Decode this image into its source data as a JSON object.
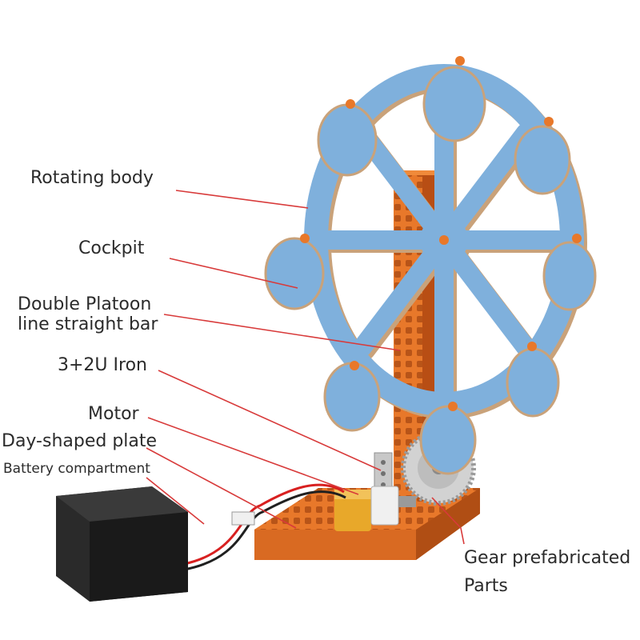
{
  "labels": {
    "rotating_body": "Rotating body",
    "cockpit": "Cockpit",
    "double_platoon_line1": "Double Platoon",
    "double_platoon_line2": "line straight bar",
    "iron": "3+2U Iron",
    "motor": "Motor",
    "day_shaped_plate": "Day-shaped plate",
    "battery_compartment": "Battery compartment",
    "gear_line1": "Gear prefabricated",
    "gear_line2": "Parts"
  },
  "colors": {
    "wheel_blue": "#7fb0dc",
    "wheel_edge": "#c9a27a",
    "frame_orange": "#e8782a",
    "motor_yellow": "#e8a82a",
    "battery_black": "#1e1e1e",
    "leader_red": "#d83a3a",
    "text": "#2b2b2b"
  }
}
